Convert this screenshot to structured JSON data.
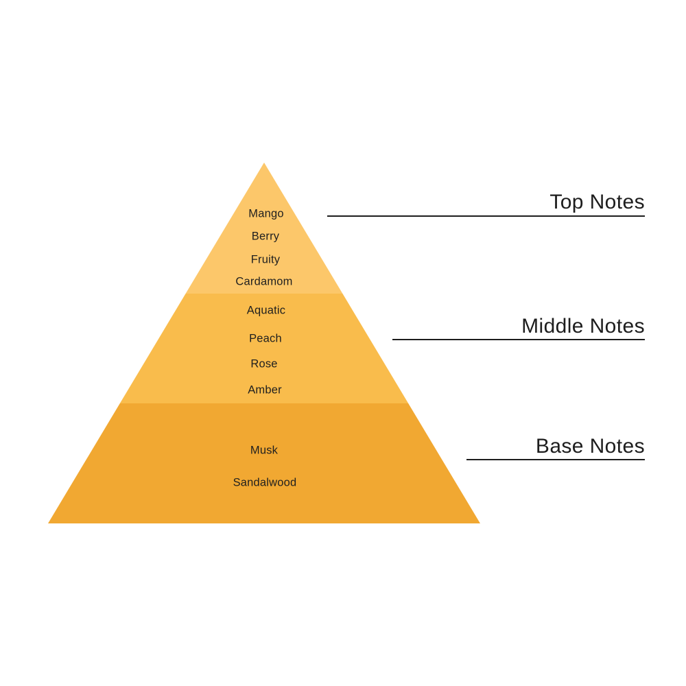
{
  "pyramid": {
    "sections": [
      {
        "name": "top",
        "label": "Top Notes",
        "color": "#FCC76A",
        "notes": [
          "Mango",
          "Berry",
          "Fruity",
          "Cardamom"
        ]
      },
      {
        "name": "middle",
        "label": "Middle Notes",
        "color": "#F9BC4C",
        "notes": [
          "Aquatic",
          "Peach",
          "Rose",
          "Amber"
        ]
      },
      {
        "name": "base",
        "label": "Base Notes",
        "color": "#F1A832",
        "notes": [
          "Musk",
          "Sandalwood"
        ]
      }
    ],
    "line_color": "#1d1d1d"
  }
}
